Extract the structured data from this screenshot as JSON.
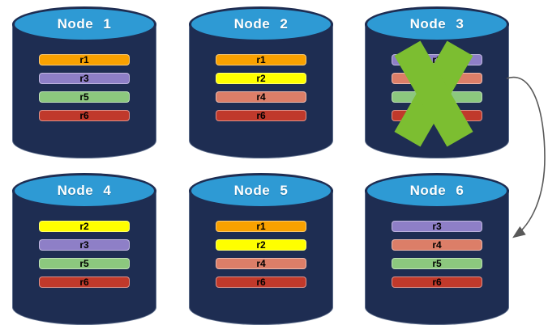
{
  "colors": {
    "cylinder_body": "#1E2D52",
    "cylinder_top": "#2E9AD4",
    "title_text": "#FFFFFF",
    "bar_text": "#000000"
  },
  "annotations": {
    "failure_x": {
      "node": "Node 3",
      "color": "#7CBE31",
      "icon": "x-mark-icon"
    },
    "arrow": {
      "from": "Node 3",
      "to": "Node 6",
      "color": "#595959",
      "icon": "curved-arrow-icon"
    }
  },
  "nodes": [
    {
      "label": "Node 1",
      "failed": false,
      "replicas": [
        {
          "label": "r1",
          "color": "#F9A100"
        },
        {
          "label": "r3",
          "color": "#8E7FC7"
        },
        {
          "label": "r5",
          "color": "#8CC87E"
        },
        {
          "label": "r6",
          "color": "#C0392B"
        }
      ]
    },
    {
      "label": "Node 2",
      "failed": false,
      "replicas": [
        {
          "label": "r1",
          "color": "#F9A100"
        },
        {
          "label": "r2",
          "color": "#FFFF00"
        },
        {
          "label": "r4",
          "color": "#DC7E68"
        },
        {
          "label": "r6",
          "color": "#C0392B"
        }
      ]
    },
    {
      "label": "Node 3",
      "failed": true,
      "replicas": [
        {
          "label": "r3",
          "color": "#8E7FC7"
        },
        {
          "label": "r4",
          "color": "#DC7E68"
        },
        {
          "label": "r5",
          "color": "#8CC87E"
        },
        {
          "label": "r6",
          "color": "#C0392B"
        }
      ]
    },
    {
      "label": "Node 4",
      "failed": false,
      "replicas": [
        {
          "label": "r2",
          "color": "#FFFF00"
        },
        {
          "label": "r3",
          "color": "#8E7FC7"
        },
        {
          "label": "r5",
          "color": "#8CC87E"
        },
        {
          "label": "r6",
          "color": "#C0392B"
        }
      ]
    },
    {
      "label": "Node 5",
      "failed": false,
      "replicas": [
        {
          "label": "r1",
          "color": "#F9A100"
        },
        {
          "label": "r2",
          "color": "#FFFF00"
        },
        {
          "label": "r4",
          "color": "#DC7E68"
        },
        {
          "label": "r6",
          "color": "#C0392B"
        }
      ]
    },
    {
      "label": "Node 6",
      "failed": false,
      "replicas": [
        {
          "label": "r3",
          "color": "#8E7FC7"
        },
        {
          "label": "r4",
          "color": "#DC7E68"
        },
        {
          "label": "r5",
          "color": "#8CC87E"
        },
        {
          "label": "r6",
          "color": "#C0392B"
        }
      ]
    }
  ]
}
